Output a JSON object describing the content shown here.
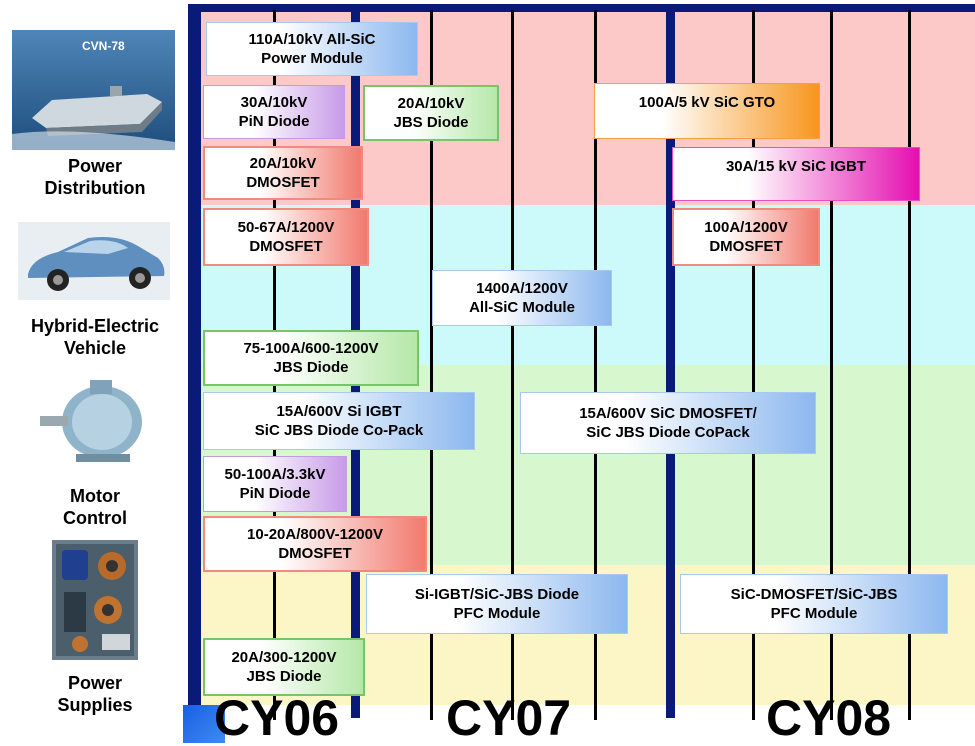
{
  "categories": [
    {
      "label_line1": "Power",
      "label_line2": "Distribution",
      "icon": "aircraft-carrier-image",
      "image_text": "CVN-78"
    },
    {
      "label_line1": "Hybrid-Electric",
      "label_line2": "Vehicle",
      "icon": "hybrid-car-image"
    },
    {
      "label_line1": "Motor",
      "label_line2": "Control",
      "icon": "electric-motor-image"
    },
    {
      "label_line1": "Power",
      "label_line2": "Supplies",
      "icon": "power-supply-board-image"
    }
  ],
  "years": [
    "CY06",
    "CY07",
    "CY08"
  ],
  "devices": [
    {
      "line1": "110A/10kV All-SiC",
      "line2": "Power Module",
      "color": "blue"
    },
    {
      "line1": "30A/10kV",
      "line2": "PiN Diode",
      "color": "purple"
    },
    {
      "line1": "20A/10kV",
      "line2": "JBS Diode",
      "color": "green"
    },
    {
      "line1": "100A/5 kV SiC GTO",
      "line2": "",
      "color": "orange"
    },
    {
      "line1": "20A/10kV",
      "line2": "DMOSFET",
      "color": "red"
    },
    {
      "line1": "30A/15 kV SiC IGBT",
      "line2": "",
      "color": "magenta"
    },
    {
      "line1": "50-67A/1200V",
      "line2": "DMOSFET",
      "color": "red"
    },
    {
      "line1": "100A/1200V",
      "line2": "DMOSFET",
      "color": "red"
    },
    {
      "line1": "1400A/1200V",
      "line2": "All-SiC Module",
      "color": "blue"
    },
    {
      "line1": "75-100A/600-1200V",
      "line2": "JBS Diode",
      "color": "green"
    },
    {
      "line1": "15A/600V Si IGBT",
      "line2": "SiC JBS  Diode Co-Pack",
      "color": "blue"
    },
    {
      "line1": "15A/600V SiC DMOSFET/",
      "line2": "SiC JBS Diode CoPack",
      "color": "blue"
    },
    {
      "line1": "50-100A/3.3kV",
      "line2": "PiN Diode",
      "color": "purple"
    },
    {
      "line1": "10-20A/800V-1200V",
      "line2": "DMOSFET",
      "color": "red"
    },
    {
      "line1": "Si-IGBT/SiC-JBS Diode",
      "line2": "PFC Module",
      "color": "blue"
    },
    {
      "line1": "SiC-DMOSFET/SiC-JBS",
      "line2": "PFC Module",
      "color": "blue"
    },
    {
      "line1": "20A/300-1200V",
      "line2": "JBS Diode",
      "color": "green"
    }
  ],
  "colors": {
    "band_power_distribution": "#fcc8c8",
    "band_hybrid_vehicle": "#ccfafa",
    "band_motor_control": "#d7f7cf",
    "band_power_supplies": "#fcf6c7",
    "timeline_frame": "#0a1a78"
  }
}
